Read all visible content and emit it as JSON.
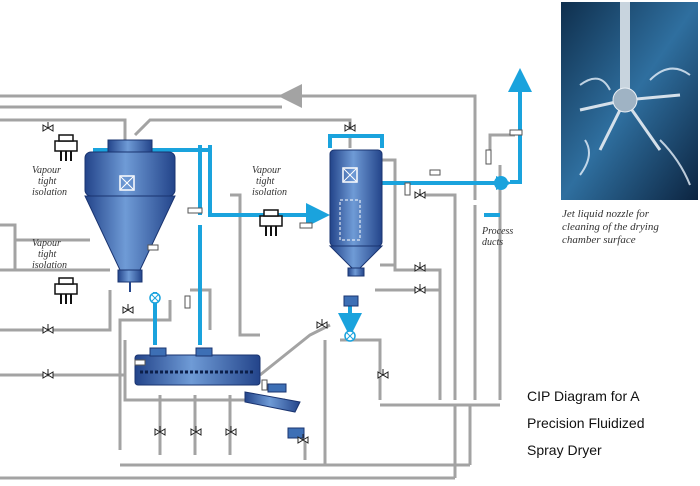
{
  "labels": {
    "vapour_iso_1": [
      "Vapour",
      "tight",
      "isolation"
    ],
    "vapour_iso_2": [
      "Vapour",
      "tight",
      "isolation"
    ],
    "vapour_iso_3": [
      "Vapour",
      "tight",
      "isolation"
    ],
    "process_ducts": [
      "Process",
      "ducts"
    ],
    "photo_caption": [
      "Jet liquid nozzle for",
      "cleaning of the drying",
      "chamber surface"
    ]
  },
  "title_lines": [
    "CIP Diagram for A",
    "Precision Fluidized",
    "Spray Dryer"
  ],
  "colors": {
    "process_line": "#1aa3dd",
    "cip_line": "#a3a3a3",
    "vessel_fill": "#3d6fb5",
    "vessel_dark": "#23448a",
    "photo_bg": "#1e4f78"
  },
  "icons": {
    "valve": "valve-icon",
    "isolation": "isolation-valve-icon",
    "fan": "fan-icon",
    "rotary": "rotary-valve-icon"
  }
}
